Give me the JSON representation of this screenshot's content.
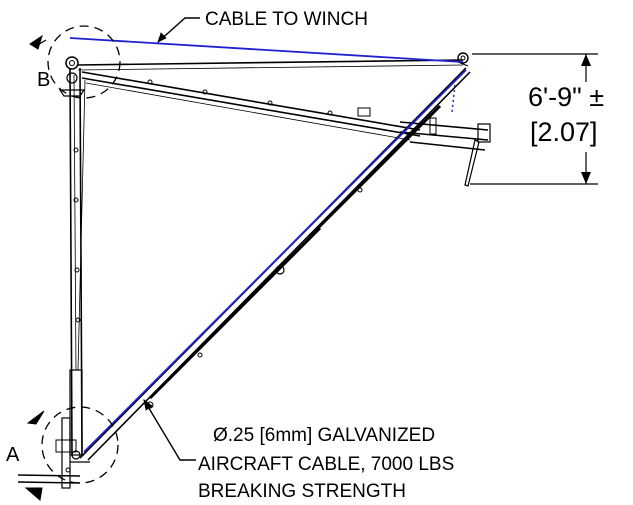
{
  "labels": {
    "cable_to_winch": "CABLE TO WINCH",
    "callout_b": "B",
    "callout_a": "A",
    "height_dimension": "6'-9\" ±",
    "height_dimension_metric": "[2.07]",
    "aircraft_cable_line1": "Ø.25 [6mm] GALVANIZED",
    "aircraft_cable_line2": "AIRCRAFT CABLE, 7000 LBS",
    "aircraft_cable_line3": "BREAKING STRENGTH"
  },
  "colors": {
    "line_art": "#000000",
    "cable": "#2020d0",
    "background": "#ffffff"
  }
}
